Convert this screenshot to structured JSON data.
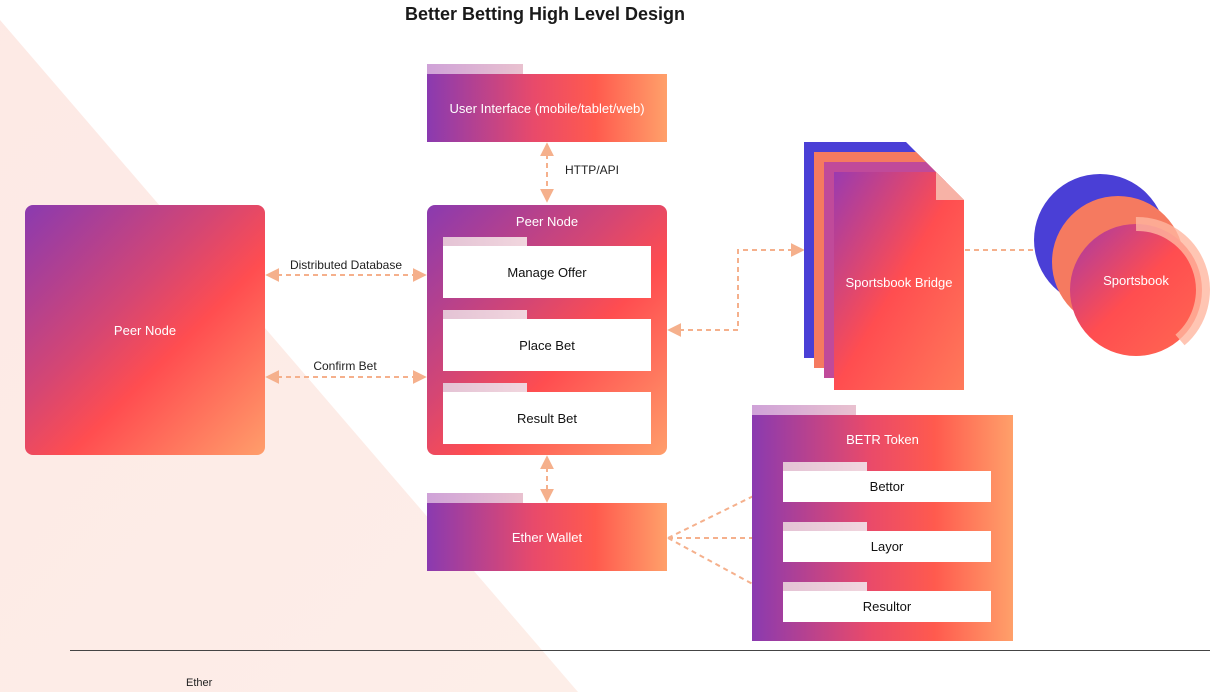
{
  "title": "Better Betting High Level Design",
  "user_interface": {
    "label": "User Interface (mobile/tablet/web)"
  },
  "http_api": {
    "label": "HTTP/API"
  },
  "peer_node_main": {
    "label": "Peer Node",
    "items": [
      {
        "label": "Manage Offer"
      },
      {
        "label": "Place Bet"
      },
      {
        "label": "Result Bet"
      }
    ]
  },
  "peer_node_remote": {
    "label": "Peer Node"
  },
  "edges": {
    "distributed_database": "Distributed Database",
    "confirm_bet": "Confirm Bet"
  },
  "sportsbook_bridge": {
    "label": "Sportsbook Bridge"
  },
  "sportsbook": {
    "label": "Sportsbook"
  },
  "ether_wallet": {
    "label": "Ether Wallet"
  },
  "betr_token": {
    "label": "BETR Token",
    "items": [
      {
        "label": "Bettor"
      },
      {
        "label": "Layor"
      },
      {
        "label": "Resultor"
      }
    ]
  },
  "ether": {
    "label": "Ether"
  },
  "colors": {
    "gradient_start": "#8a3ab0",
    "gradient_mid": "#ff4d50",
    "gradient_end": "#ff9e6b",
    "connector": "#f5b08c",
    "doc_back": "#4a3fd6",
    "doc_mid": "#f57a60"
  }
}
